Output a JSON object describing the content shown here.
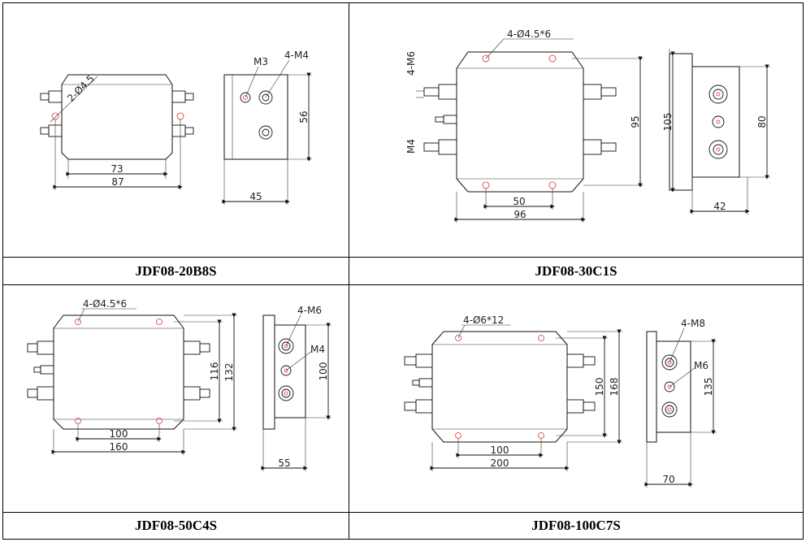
{
  "panels": [
    {
      "model": "JDF08-20B8S",
      "dims": {
        "width_total": "87",
        "width_mount": "73",
        "height": "56",
        "depth": "45"
      },
      "notes": {
        "hole": "2-Ø4.5",
        "small_term": "M3",
        "big_term": "4-M4"
      }
    },
    {
      "model": "JDF08-30C1S",
      "dims": {
        "width_total": "96",
        "width_mount": "50",
        "height_inner": "95",
        "height_total": "105",
        "height_side": "80",
        "depth": "42"
      },
      "notes": {
        "hole": "4-Ø4.5*6",
        "left_top": "4-M6",
        "left_bottom": "M4"
      }
    },
    {
      "model": "JDF08-50C4S",
      "dims": {
        "width_total": "160",
        "width_mount": "100",
        "height_inner": "116",
        "height_total": "132",
        "height_side": "100",
        "depth": "55"
      },
      "notes": {
        "hole": "4-Ø4.5*6",
        "big_term": "4-M6",
        "small_term": "M4"
      }
    },
    {
      "model": "JDF08-100C7S",
      "dims": {
        "width_total": "200",
        "width_mount": "100",
        "height_inner": "150",
        "height_total": "168",
        "height_side": "135",
        "depth": "70"
      },
      "notes": {
        "hole": "4-Ø6*12",
        "big_term": "4-M8",
        "small_term": "M6"
      }
    }
  ],
  "colors": {
    "line": "#111111",
    "hole": "#dd3333"
  }
}
